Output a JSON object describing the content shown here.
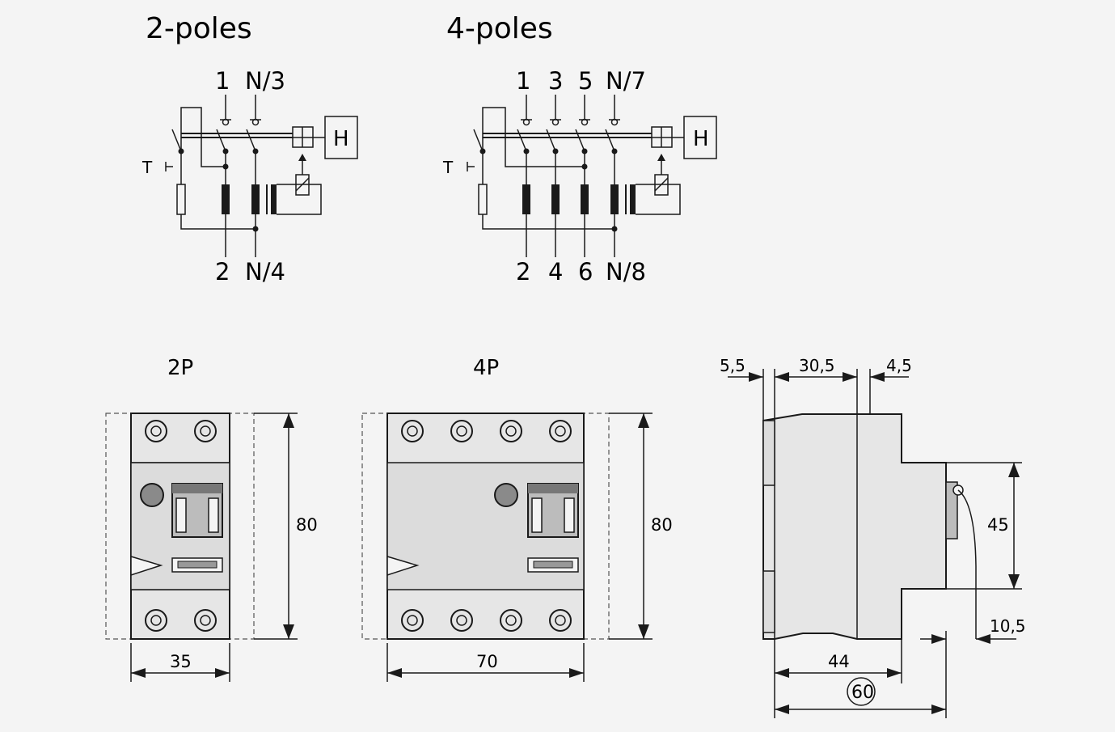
{
  "schematic_2p": {
    "title": "2-poles",
    "top_terminals": [
      "1",
      "N/3"
    ],
    "bottom_terminals": [
      "2",
      "N/4"
    ],
    "test_label": "T",
    "device_label": "H"
  },
  "schematic_4p": {
    "title": "4-poles",
    "top_terminals": [
      "1",
      "3",
      "5",
      "N/7"
    ],
    "bottom_terminals": [
      "2",
      "4",
      "6",
      "N/8"
    ],
    "test_label": "T",
    "device_label": "H"
  },
  "front_2p": {
    "label": "2P",
    "width": "35",
    "height": "80"
  },
  "front_4p": {
    "label": "4P",
    "width": "70",
    "height": "80"
  },
  "side_view": {
    "top_left": "5,5",
    "top_mid": "30,5",
    "top_right": "4,5",
    "right_height": "45",
    "right_offset": "10,5",
    "depth": "44",
    "total_depth": "60"
  },
  "colors": {
    "line": "#1a1a1a",
    "background": "#f4f4f4",
    "body": "#e6e6e6"
  }
}
